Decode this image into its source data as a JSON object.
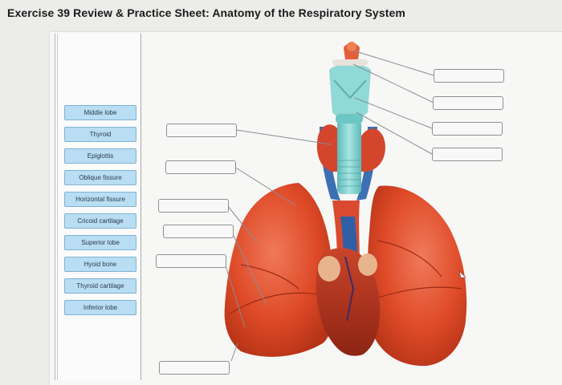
{
  "title": "Exercise 39 Review & Practice Sheet: Anatomy of the Respiratory System",
  "terms": [
    "Middle lobe",
    "Thyroid",
    "Epiglottis",
    "Oblique fissure",
    "Horizontal fissure",
    "Cricoid cartilage",
    "Superior lobe",
    "Hyoid bone",
    "Thyroid cartilage",
    "Inferior lobe"
  ],
  "colors": {
    "term_fill": "#b9def4",
    "lung": "#e2532f",
    "trachea": "#7fd0cf",
    "vessel": "#3d6fb3"
  }
}
